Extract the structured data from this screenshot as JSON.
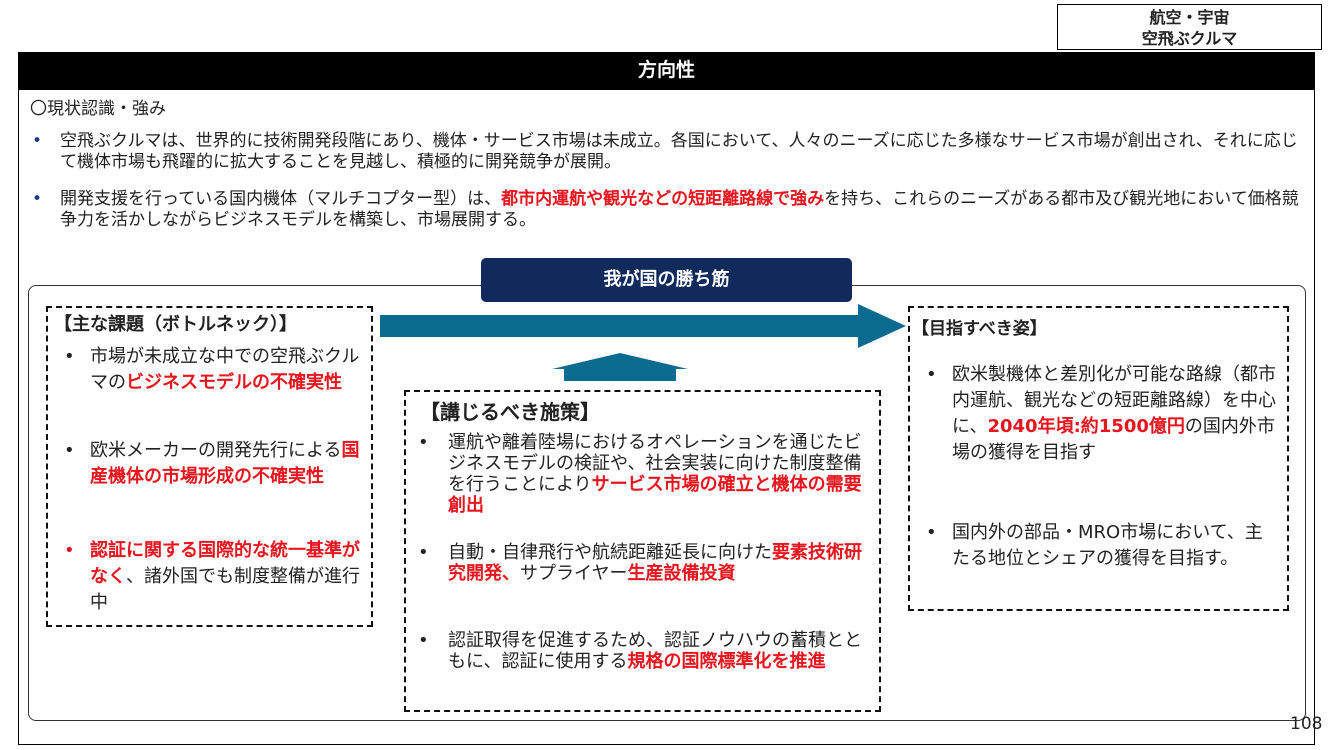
{
  "header": {
    "tag_line1": "航空・宇宙",
    "tag_line2": "空飛ぶクルマ",
    "title": "方向性"
  },
  "status": {
    "heading": "〇現状認識・強み",
    "bullets": [
      {
        "text": "空飛ぶクルマは、世界的に技術開発段階にあり、機体・サービス市場は未成立。各国において、人々のニーズに応じた多様なサービス市場が創出され、それに応じて機体市場も飛躍的に拡大することを見越し、積極的に開発競争が展開。"
      },
      {
        "pre": "開発支援を行っている国内機体（マルチコプター型）は、",
        "highlight": "都市内運航や観光などの短距離路線で強み",
        "post": "を持ち、これらのニーズがある都市及び観光地において価格競争力を活かしながらビジネスモデルを構築し、市場展開する。"
      }
    ]
  },
  "winning_strategy": "我が国の勝ち筋",
  "issues": {
    "title": "【主な課題（ボトルネック）】",
    "items": [
      {
        "pre": "市場が未成立な中での空飛ぶクルマの",
        "highlight": "ビジネスモデルの不確実性",
        "post": ""
      },
      {
        "pre": "欧米メーカーの開発先行による",
        "highlight": "国産機体の市場形成の不確実性",
        "post": ""
      },
      {
        "pre": "",
        "highlight": "認証に関する国際的な統一基準がなく",
        "post": "、諸外国でも制度整備が進行中"
      }
    ]
  },
  "measures": {
    "title": "【講じるべき施策】",
    "items": [
      {
        "pre": "運航や離着陸場におけるオペレーションを通じたビジネスモデルの検証や、社会実装に向けた制度整備を行うことにより",
        "highlight": "サービス市場の確立と機体の需要創出",
        "post": ""
      },
      {
        "pre": "自動・自律飛行や航続距離延長に向けた",
        "highlight": "要素技術研究開発、",
        "mid": "サプライヤー",
        "highlight2": "生産設備投資",
        "post": ""
      },
      {
        "pre": " 認証取得を促進するため、認証ノウハウの蓄積とともに、認証に使用する",
        "highlight": "規格の国際標準化を推進",
        "post": ""
      }
    ]
  },
  "goals": {
    "title": "【目指すべき姿】",
    "items": [
      {
        "pre": "欧米製機体と差別化が可能な路線（都市内運航、観光などの短距離路線）を中心に、",
        "highlight": "2040年頃:約1500億円",
        "post": "の国内外市場の獲得を目指す"
      },
      {
        "pre": "国内外の部品・MRO市場において、主たる地位とシェアの獲得を目指す。",
        "highlight": "",
        "post": ""
      }
    ]
  },
  "bullet_glyph": "•",
  "page_number": "108",
  "colors": {
    "accent_red": "#e8141e",
    "navy": "#112a5c",
    "arrow_blue": "#0a6a8f"
  }
}
